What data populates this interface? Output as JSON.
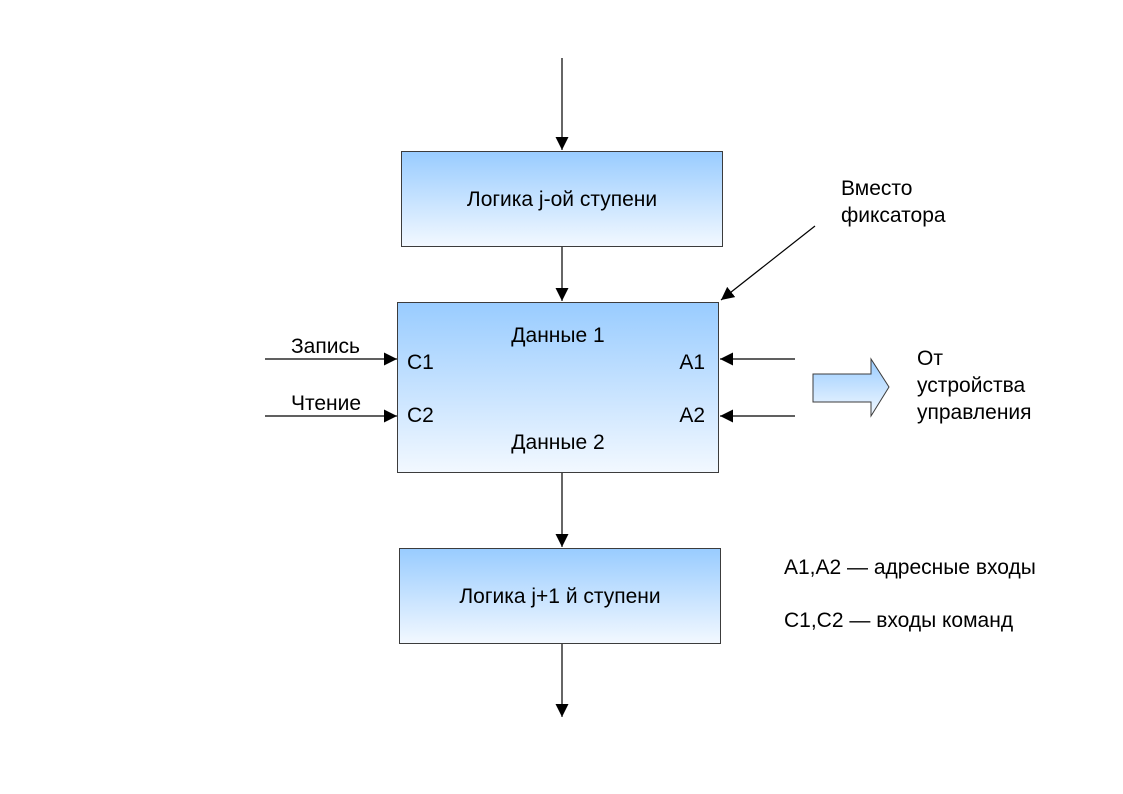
{
  "blocks": {
    "logic_j": "Логика j-ой ступени",
    "register": {
      "data1": "Данные 1",
      "data2": "Данные 2",
      "c1": "С1",
      "c2": "С2",
      "a1": "А1",
      "a2": "А2"
    },
    "logic_j1": "Логика j+1 й ступени"
  },
  "annotations": {
    "write": "Запись",
    "read": "Чтение",
    "instead_of_latch": [
      "Вместо",
      "фиксатора"
    ],
    "from_control_unit": [
      "От",
      "устройства",
      "управления"
    ]
  },
  "legend": {
    "address_inputs": "А1,А2 — адресные входы",
    "command_inputs": "С1,С2 — входы команд"
  },
  "colors": {
    "box_top": "#99ccff",
    "box_bottom": "#f2f8ff",
    "line": "#000000"
  }
}
